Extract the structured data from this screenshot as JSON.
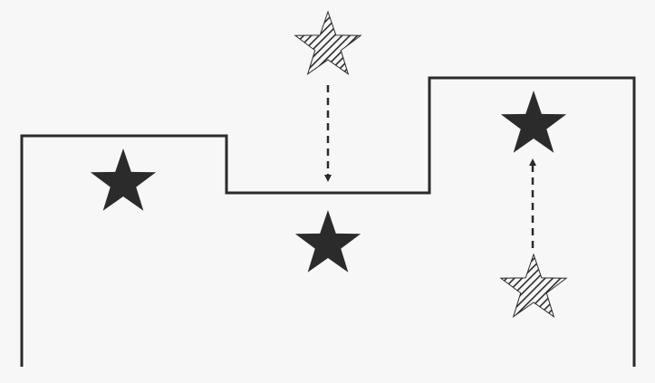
{
  "diagram": {
    "description_free": true,
    "colors": {
      "background": "#f7f7f7",
      "ink": "#2b2b2b"
    },
    "outline": {
      "shape": "stepped-skyline",
      "levels": [
        "medium",
        "low",
        "high"
      ]
    },
    "stars": [
      {
        "id": "left-column-star",
        "style": "solid"
      },
      {
        "id": "middle-column-star",
        "style": "solid"
      },
      {
        "id": "middle-moving-star",
        "style": "hatched"
      },
      {
        "id": "right-column-star",
        "style": "solid"
      },
      {
        "id": "right-moving-star",
        "style": "hatched"
      }
    ],
    "arrows": [
      {
        "id": "down-arrow",
        "style": "dashed",
        "direction": "down",
        "from": "middle-moving-star",
        "to": "middle-column-star"
      },
      {
        "id": "up-arrow",
        "style": "dashed",
        "direction": "up",
        "from": "right-moving-star",
        "to": "right-column-star"
      }
    ]
  }
}
